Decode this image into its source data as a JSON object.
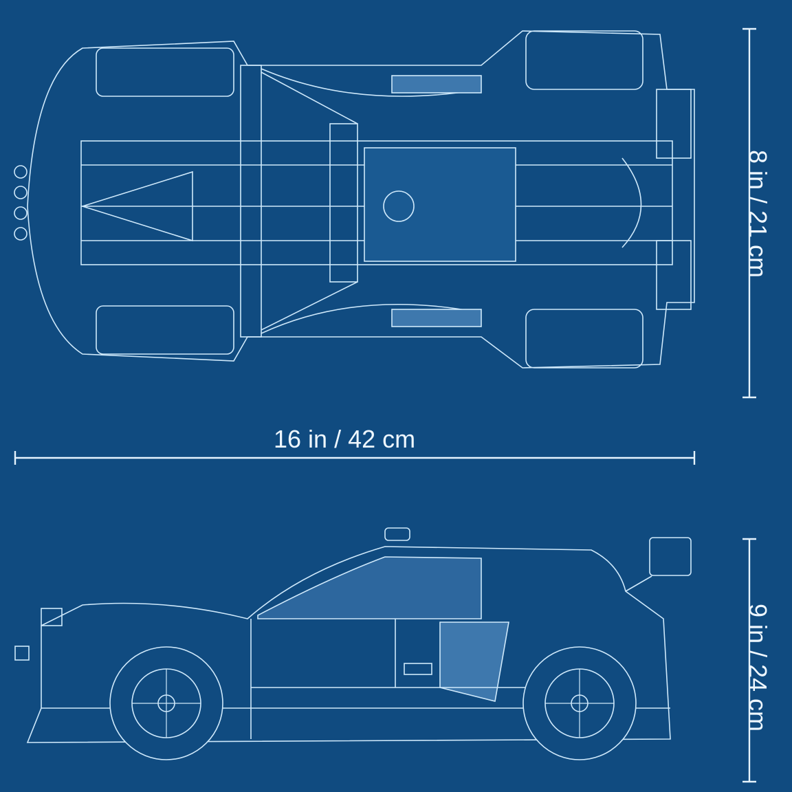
{
  "dimensions": {
    "length": "16 in / 42 cm",
    "width": "8 in / 21 cm",
    "height": "9 in / 24 cm"
  },
  "colors": {
    "background": "#104b80",
    "line": "#cfe9fb",
    "panel": "#3e78ad"
  }
}
